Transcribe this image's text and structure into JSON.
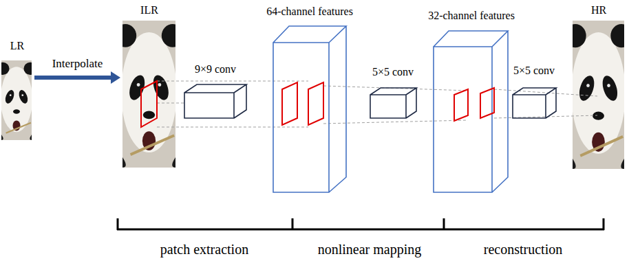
{
  "diagram": {
    "nodes": [
      {
        "text": [
          "LR"
        ]
      },
      {
        "text": [
          "ILR"
        ]
      },
      {
        "text": [
          "9×9 conv"
        ]
      },
      {
        "text": [
          "64-channel features"
        ]
      },
      {
        "text": [
          "5×5 conv"
        ]
      },
      {
        "text": [
          "32-channel features"
        ]
      },
      {
        "text": [
          "5×5 conv"
        ]
      },
      {
        "text": [
          "HR"
        ]
      }
    ],
    "edges": [
      {
        "from": 0,
        "to": 1,
        "label": "Interpolate",
        "arrow": "to"
      }
    ],
    "labels": [
      "patch extraction",
      "nonlinear mapping",
      "reconstruction"
    ]
  }
}
